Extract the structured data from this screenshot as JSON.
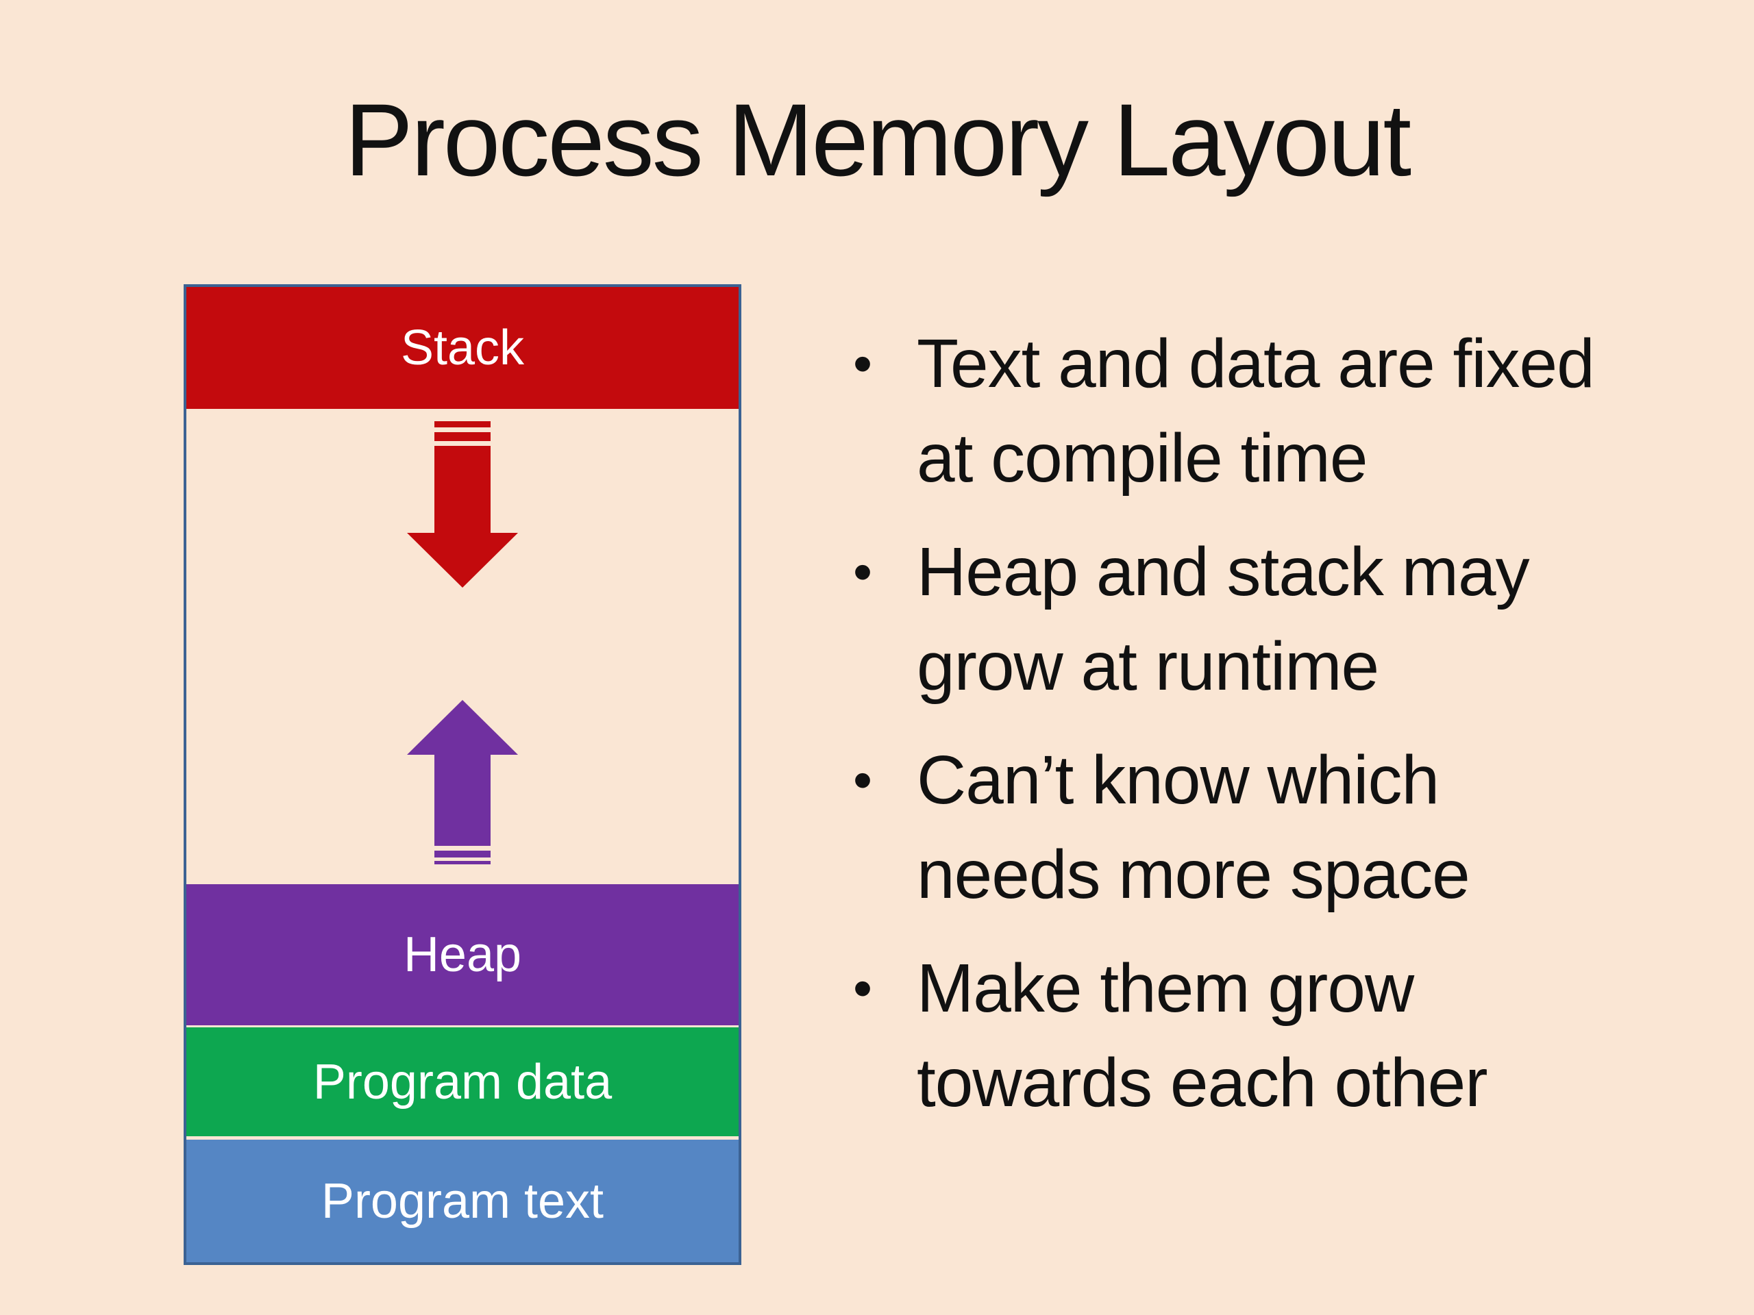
{
  "slide": {
    "title": "Process Memory Layout",
    "background_color": "#FAE6D4",
    "text_color": "#111111"
  },
  "diagram": {
    "border_color": "#3B6293",
    "blocks": [
      {
        "label": "Stack",
        "color": "#C30A0D",
        "text_color": "#FFFFFF"
      },
      {
        "label": "Heap",
        "color": "#7030A0",
        "text_color": "#FFFFFF"
      },
      {
        "label": "Program data",
        "color": "#0DA750",
        "text_color": "#FFFFFF"
      },
      {
        "label": "Program text",
        "color": "#5586C4",
        "text_color": "#FFFFFF"
      }
    ],
    "arrows": [
      {
        "name": "stack-grows-down",
        "direction": "down",
        "color": "#C30A0D"
      },
      {
        "name": "heap-grows-up",
        "direction": "up",
        "color": "#7030A0"
      }
    ]
  },
  "bullets": {
    "marker": "•",
    "items": [
      {
        "lines": [
          "Text and data are fixed",
          "at compile time"
        ]
      },
      {
        "lines": [
          "Heap and stack may",
          "grow at runtime"
        ]
      },
      {
        "lines": [
          "Can’t know which",
          "needs more space"
        ]
      },
      {
        "lines": [
          "Make them grow",
          "towards each other"
        ]
      }
    ]
  }
}
